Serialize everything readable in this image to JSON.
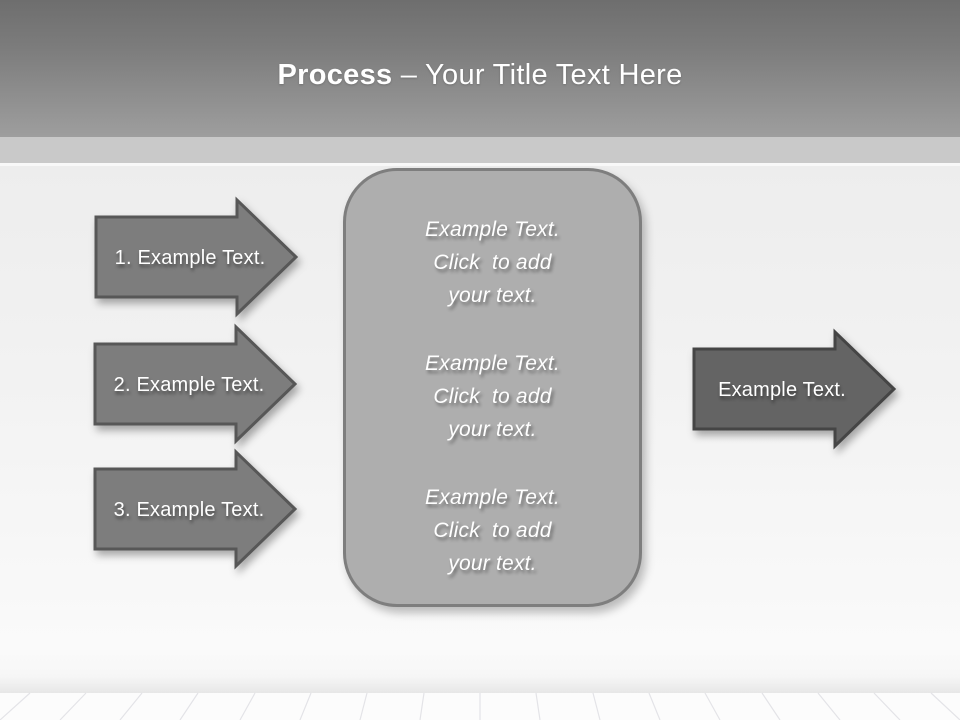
{
  "slide": {
    "title": {
      "bold": "Process",
      "rest": " – Your Title Text Here"
    }
  },
  "left_arrows": [
    {
      "label": "1. Example Text."
    },
    {
      "label": "2. Example Text."
    },
    {
      "label": "3. Example Text."
    }
  ],
  "right_arrow": {
    "label": "Example Text."
  },
  "panel": {
    "blocks": [
      {
        "text": "Example Text.\nClick  to add\nyour text."
      },
      {
        "text": "Example Text.\nClick  to add\nyour text."
      },
      {
        "text": "Example Text.\nClick  to add\nyour text."
      }
    ]
  },
  "colors": {
    "header_gradient_top": "#6e6e6e",
    "header_gradient_bottom": "#9e9e9e",
    "header_band": "#c9c9c9",
    "wall": "#f1f1f1",
    "floor": "#fcfcfc",
    "left_arrow_fill": "#7d7d7d",
    "left_arrow_border": "#575757",
    "right_arrow_fill": "#646464",
    "right_arrow_border": "#454545",
    "panel_fill": "#aeaeae",
    "panel_border": "#7e7e7e",
    "text": "#ffffff"
  }
}
